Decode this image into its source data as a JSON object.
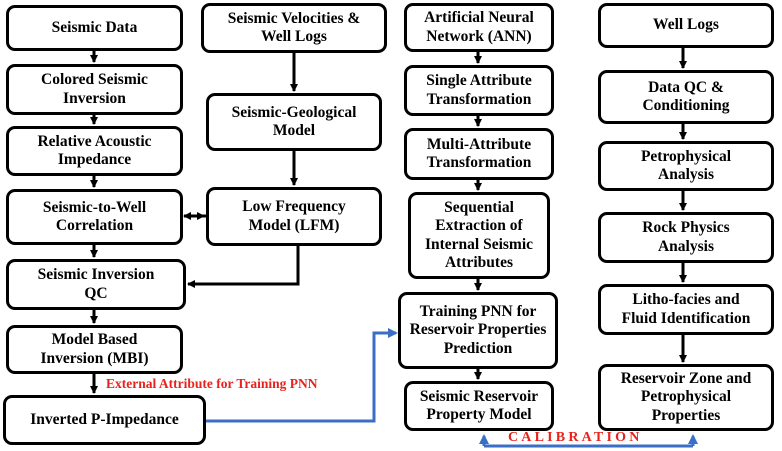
{
  "diagram": {
    "column1": [
      {
        "id": "seismic-data",
        "label": "Seismic Data"
      },
      {
        "id": "colored-seismic-inversion",
        "label": "Colored Seismic\nInversion"
      },
      {
        "id": "relative-acoustic-impedance",
        "label": "Relative Acoustic\nImpedance"
      },
      {
        "id": "seismic-to-well-correlation",
        "label": "Seismic-to-Well\nCorrelation"
      },
      {
        "id": "seismic-inversion-qc",
        "label": "Seismic Inversion\nQC"
      },
      {
        "id": "model-based-inversion",
        "label": "Model Based\nInversion (MBI)"
      },
      {
        "id": "inverted-p-impedance",
        "label": "Inverted P-Impedance"
      }
    ],
    "column2": [
      {
        "id": "seismic-velocities-well-logs",
        "label": "Seismic Velocities &\nWell Logs"
      },
      {
        "id": "seismic-geological-model",
        "label": "Seismic-Geological\nModel"
      },
      {
        "id": "low-frequency-model",
        "label": "Low Frequency\nModel (LFM)"
      }
    ],
    "column3": [
      {
        "id": "ann",
        "label": "Artificial Neural\nNetwork (ANN)"
      },
      {
        "id": "single-attribute-transformation",
        "label": "Single Attribute\nTransformation"
      },
      {
        "id": "multi-attribute-transformation",
        "label": "Multi-Attribute\nTransformation"
      },
      {
        "id": "sequential-extraction",
        "label": "Sequential\nExtraction of\nInternal Seismic\nAttributes"
      },
      {
        "id": "training-pnn",
        "label": "Training PNN for\nReservoir Properties\nPrediction"
      },
      {
        "id": "seismic-reservoir-property-model",
        "label": "Seismic Reservoir\nProperty Model"
      }
    ],
    "column4": [
      {
        "id": "well-logs",
        "label": "Well Logs"
      },
      {
        "id": "data-qc-conditioning",
        "label": "Data QC &\nConditioning"
      },
      {
        "id": "petrophysical-analysis",
        "label": "Petrophysical\nAnalysis"
      },
      {
        "id": "rock-physics-analysis",
        "label": "Rock Physics\nAnalysis"
      },
      {
        "id": "litho-facies-fluid-identification",
        "label": "Litho-facies and\nFluid Identification"
      },
      {
        "id": "reservoir-zone-petrophysical-properties",
        "label": "Reservoir Zone and\nPetrophysical\nProperties"
      }
    ],
    "external_attribute_label": "External Attribute for Training PNN",
    "calibration_label": "CALIBRATION",
    "colors": {
      "arrow": "#000000",
      "blue_connector": "#3b6fc6",
      "red_text": "#e8231d",
      "box_border": "#000000",
      "background": "#ffffff"
    }
  }
}
